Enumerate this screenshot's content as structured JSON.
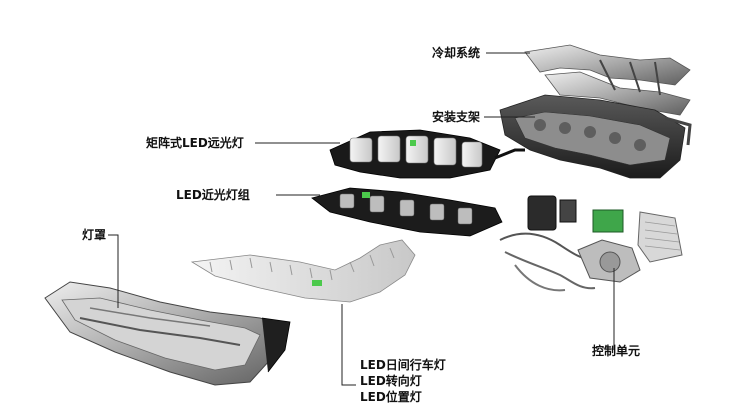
{
  "labels": {
    "cooling": "冷却系统",
    "bracket": "安装支架",
    "matrix": "矩阵式LED远光灯",
    "lowbeam": "LED近光灯组",
    "lens": "灯罩",
    "control": "控制单元",
    "drl": "LED日间行车灯",
    "turn": "LED转向灯",
    "position": "LED位置灯"
  },
  "colors": {
    "leader": "#222222",
    "led_green": "#4cc94c"
  }
}
